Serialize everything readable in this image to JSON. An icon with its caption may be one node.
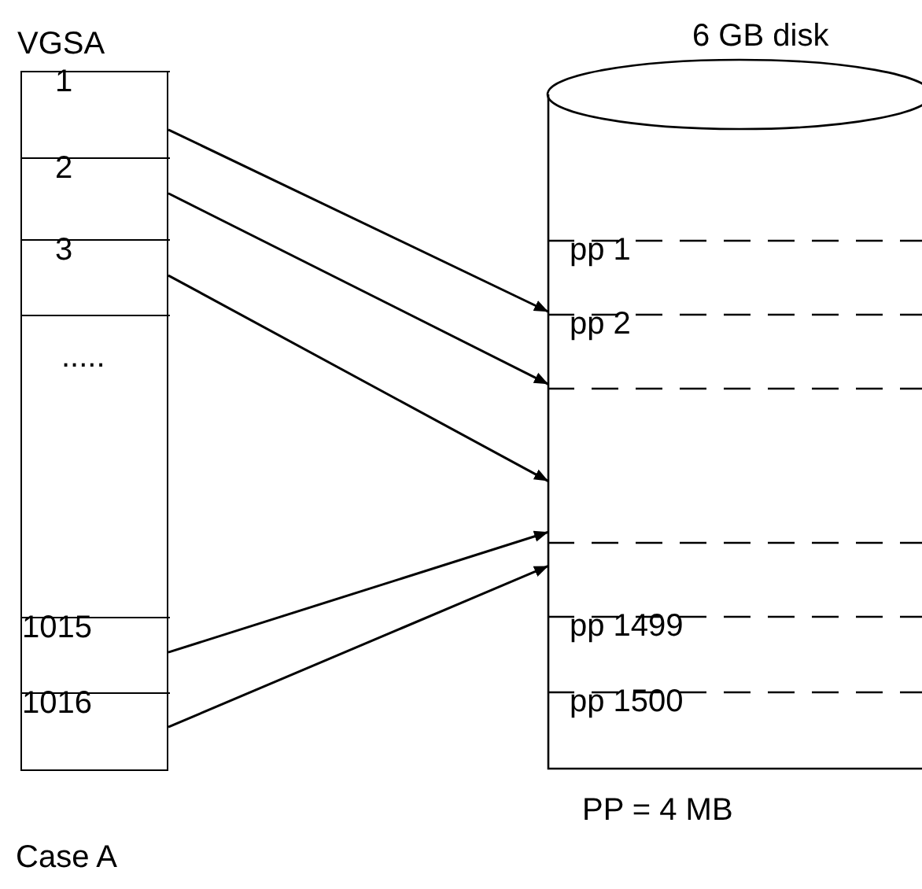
{
  "diagram": {
    "nodes": [
      {
        "text": [
          "VGSA"
        ]
      },
      {
        "text": [
          "1"
        ],
        "in": 0
      },
      {
        "text": [
          "2"
        ],
        "in": 0
      },
      {
        "text": [
          "3"
        ],
        "in": 0
      },
      {
        "text": [
          "....."
        ],
        "in": 0
      },
      {
        "text": [
          "1015"
        ],
        "in": 0
      },
      {
        "text": [
          "1016"
        ],
        "in": 0
      },
      {
        "text": [
          "6 GB disk"
        ]
      },
      {
        "text": [
          "pp 1"
        ],
        "in": 7
      },
      {
        "text": [
          "pp 2"
        ],
        "in": 7
      },
      {
        "text": [],
        "shape": "box",
        "in": 7
      },
      {
        "text": [
          "pp 1499"
        ],
        "in": 7
      },
      {
        "text": [
          "pp 1500"
        ],
        "in": 7
      }
    ],
    "edges": [
      {
        "from": 1,
        "to": 8,
        "arrow": "to"
      },
      {
        "from": 2,
        "to": 9,
        "arrow": "to"
      },
      {
        "from": 3,
        "to": 10,
        "arrow": "to"
      },
      {
        "from": 5,
        "to": 10,
        "arrow": "to"
      },
      {
        "from": 6,
        "to": 10,
        "arrow": "to"
      }
    ],
    "labels": [
      "PP = 4 MB",
      "Case A"
    ]
  }
}
